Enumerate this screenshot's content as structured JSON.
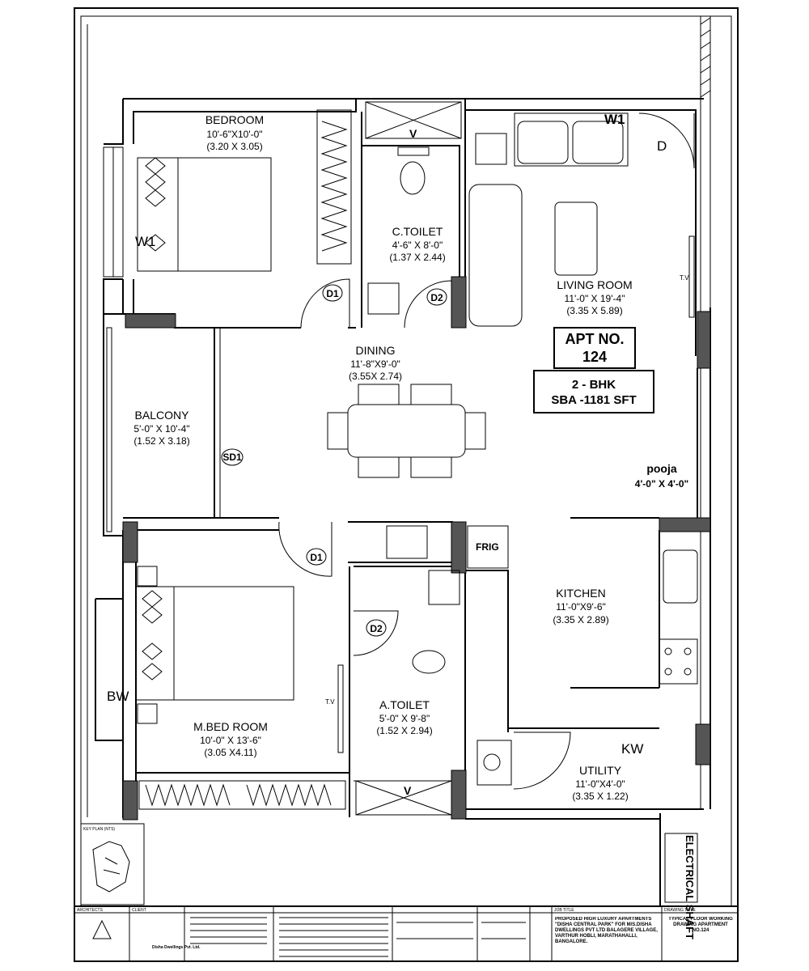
{
  "rooms": {
    "bedroom": {
      "name": "BEDROOM",
      "dim_ft": "10'-6\"X10'-0\"",
      "dim_m": "(3.20 X 3.05)"
    },
    "ctoilet": {
      "name": "C.TOILET",
      "dim_ft": "4'-6\" X 8'-0\"",
      "dim_m": "(1.37 X 2.44)"
    },
    "living": {
      "name": "LIVING ROOM",
      "dim_ft": "11'-0\" X 19'-4\"",
      "dim_m": "(3.35 X 5.89)"
    },
    "dining": {
      "name": "DINING",
      "dim_ft": "11'-8\"X9'-0\"",
      "dim_m": "(3.55X 2.74)"
    },
    "balcony": {
      "name": "BALCONY",
      "dim_ft": "5'-0\" X 10'-4\"",
      "dim_m": "(1.52 X 3.18)"
    },
    "pooja": {
      "name": "pooja",
      "dim_ft": "4'-0\" X 4'-0\""
    },
    "kitchen": {
      "name": "KITCHEN",
      "dim_ft": "11'-0\"X9'-6\"",
      "dim_m": "(3.35 X 2.89)"
    },
    "mbed": {
      "name": "M.BED ROOM",
      "dim_ft": "10'-0\" X 13'-6\"",
      "dim_m": "(3.05 X4.11)"
    },
    "atoilet": {
      "name": "A.TOILET",
      "dim_ft": "5'-0\" X 9'-8\"",
      "dim_m": "(1.52 X 2.94)"
    },
    "utility": {
      "name": "UTILITY",
      "dim_ft": "11'-0\"X4'-0\"",
      "dim_m": "(3.35 X 1.22)"
    }
  },
  "apartment": {
    "apt_no_label": "APT NO.",
    "apt_no": "124",
    "bhk": "2 - BHK",
    "sba": "SBA -1181 SFT"
  },
  "labels": {
    "w1": "W1",
    "d": "D",
    "d1": "D1",
    "d2": "D2",
    "sd1": "SD1",
    "v": "V",
    "tv": "T.V",
    "frig": "FRIG",
    "bw": "BW",
    "kw": "KW",
    "electrical_shaft": "ELECTRICAL SHAFT"
  },
  "title_block": {
    "architects": "ARCHITECTS",
    "client": "CLIENT",
    "client_name": "Disha Dwellings Pvt. Ltd.",
    "key_plan": "KEY PLAN (NTS)",
    "project_title_label": "JOB TITLE",
    "project_title": "PROPOSED HIGH LUXURY APARTMENTS \"DISHA CENTRAL PARK\" FOR M/S.DISHA DWELLINGS PVT LTD BALAGERE VILLAGE, VARTHUR HOBLI, MARATHAHALLI, BANGALORE.",
    "drawing_title_label": "DRAWING TITLE",
    "drawing_title": "TYPICAL FLOOR WORKING DRAWING APARTMENT NO.124"
  }
}
